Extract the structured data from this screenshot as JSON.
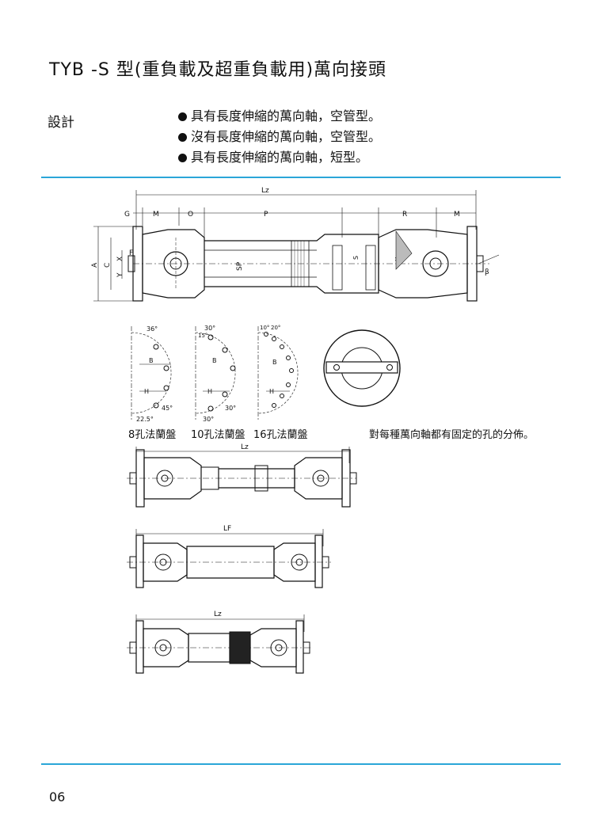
{
  "title": "TYB -S 型(重負載及超重負載用)萬向接頭",
  "section_label": "設計",
  "bullets": [
    "具有長度伸縮的萬向軸，空管型。",
    "沒有長度伸縮的萬向軸，空管型。",
    "具有長度伸縮的萬向軸，短型。"
  ],
  "dimensions": {
    "lz": "Lz",
    "g": "G",
    "m": "M",
    "o": "O",
    "p": "P",
    "r": "R",
    "a": "A",
    "c": "C",
    "x": "X",
    "y": "Y",
    "f": "F",
    "sp": "SP",
    "s": "S",
    "k": "K",
    "beta": "β",
    "lf": "LF",
    "b": "B",
    "h": "H"
  },
  "angles": {
    "a36": "36°",
    "a225": "22.5°",
    "a45": "45°",
    "a30": "30°",
    "a15": "15°",
    "a10": "10°",
    "a20": "20°"
  },
  "flange_captions": [
    "8孔法蘭盤",
    "10孔法蘭盤",
    "16孔法蘭盤"
  ],
  "note": "對每種萬向軸都有固定的孔的分佈。",
  "page_number": "06"
}
